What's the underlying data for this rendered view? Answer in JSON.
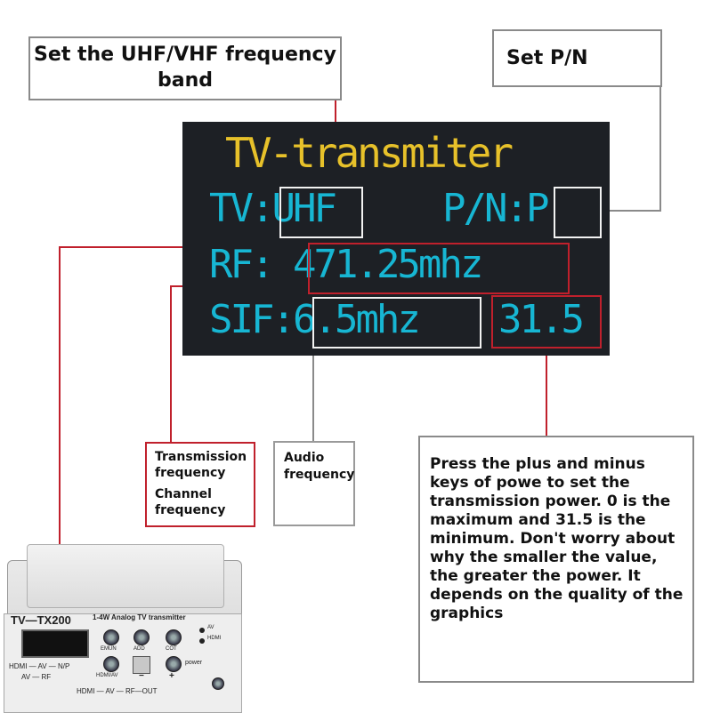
{
  "callouts": {
    "band": [
      "Set the UHF/VHF frequency",
      "band"
    ],
    "pn": "Set P/N",
    "transmission": [
      "Transmission",
      "frequency"
    ],
    "channel": [
      "Channel",
      "frequency"
    ],
    "audio": [
      "Audio",
      "frequency"
    ],
    "power": [
      "Press the plus and minus",
      "keys of powe to set the",
      "transmission power. 0 is the",
      "maximum and 31.5 is the",
      "minimum. Don't worry about",
      "why the smaller the value,",
      "the greater the power. It",
      "depends on the quality of the",
      "graphics"
    ]
  },
  "lcd": {
    "title": "TV-transmiter",
    "tv_label": "TV:",
    "tv_value": "UHF",
    "pn_label": "P/N:",
    "pn_value": "P",
    "rf_label": "RF:",
    "rf_value": "471.25mhz",
    "sif_label": "SIF:",
    "sif_value": "6.5mhz",
    "power_value": "31.5"
  },
  "device": {
    "model": "TV—TX200",
    "subtitle": "1-4W Analog TV transmitter",
    "indicators": [
      "AV",
      "HDMI"
    ],
    "button_labels": [
      "EMUN",
      "ADD",
      "COT",
      "HDMI/AV",
      "power"
    ],
    "plus_minus": [
      "−",
      "+"
    ],
    "front_line1": "HDMI — AV — N/P",
    "front_line2": "AV — RF",
    "bottom_line": "HDMI — AV — RF—OUT"
  },
  "colors": {
    "lcd_title": "#e7c12a",
    "lcd_text": "#17b6d3",
    "red_accent": "#c0202c",
    "gray_border": "#8a8a8a"
  }
}
